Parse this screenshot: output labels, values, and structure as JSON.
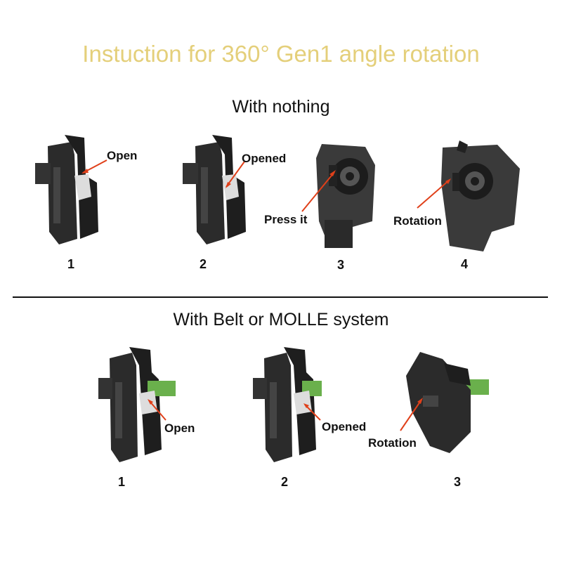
{
  "title": "Instuction for 360° Gen1 angle rotation",
  "colors": {
    "title": "#e4cf7a",
    "arrow": "#e0401a",
    "holster": "#2b2b2b",
    "belt": "#6ab04c"
  },
  "section1": {
    "heading": "With nothing",
    "steps": [
      {
        "number": "1",
        "callout": "Open",
        "icon": "holster-side-icon"
      },
      {
        "number": "2",
        "callout": "Opened",
        "icon": "holster-side-icon"
      },
      {
        "number": "3",
        "callout": "Press it",
        "icon": "holster-rotation-dial-icon"
      },
      {
        "number": "4",
        "callout": "Rotation",
        "icon": "holster-rotated-icon"
      }
    ]
  },
  "section2": {
    "heading": "With Belt or MOLLE system",
    "steps": [
      {
        "number": "1",
        "callout": "Open",
        "icon": "holster-belt-icon"
      },
      {
        "number": "2",
        "callout": "Opened",
        "icon": "holster-belt-icon"
      },
      {
        "number": "3",
        "callout": "Rotation",
        "icon": "holster-belt-rotated-icon"
      }
    ]
  }
}
